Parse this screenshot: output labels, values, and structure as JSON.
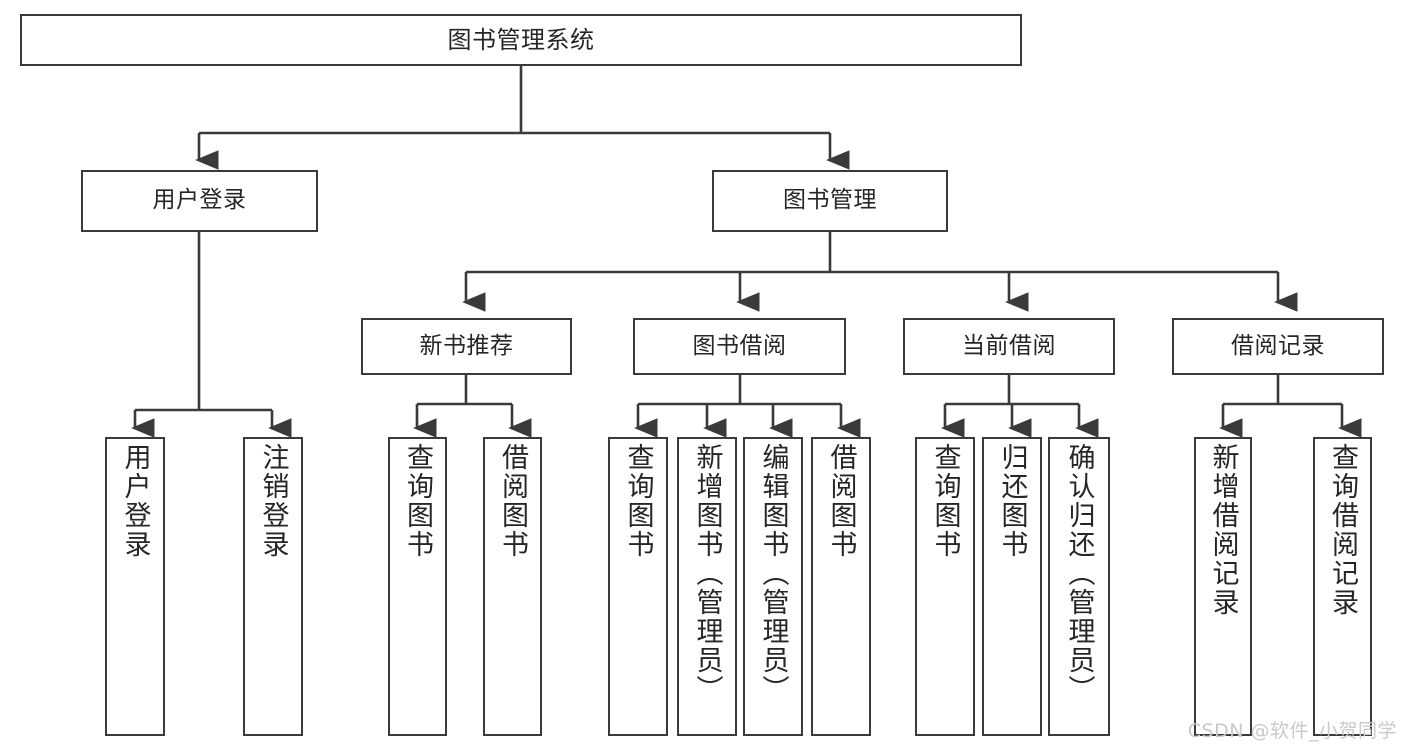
{
  "diagram": {
    "title": "图书管理系统",
    "type": "hierarchy-tree",
    "colors": {
      "box_border": "#3a3a3a",
      "box_fill": "#ffffff",
      "edge": "#3a3a3a",
      "text": "#262626",
      "watermark": "#c9c9c9",
      "background": "#ffffff"
    },
    "nodes": {
      "root": {
        "label": "图书管理系统"
      },
      "level2": [
        {
          "label": "用户登录"
        },
        {
          "label": "图书管理"
        }
      ],
      "level3": [
        {
          "label": "新书推荐"
        },
        {
          "label": "图书借阅"
        },
        {
          "label": "当前借阅"
        },
        {
          "label": "借阅记录"
        }
      ],
      "leaves_user_login": [
        {
          "label": "用户登录"
        },
        {
          "label": "注销登录"
        }
      ],
      "leaves_new_book": [
        {
          "label": "查询图书"
        },
        {
          "label": "借阅图书"
        }
      ],
      "leaves_borrow": [
        {
          "label": "查询图书"
        },
        {
          "label": "新增图书（管理员）"
        },
        {
          "label": "编辑图书（管理员）"
        },
        {
          "label": "借阅图书"
        }
      ],
      "leaves_current": [
        {
          "label": "查询图书"
        },
        {
          "label": "归还图书"
        },
        {
          "label": "确认归还（管理员）"
        }
      ],
      "leaves_record": [
        {
          "label": "新增借阅记录"
        },
        {
          "label": "查询借阅记录"
        }
      ]
    },
    "watermark": "CSDN @软件_小贺同学"
  }
}
